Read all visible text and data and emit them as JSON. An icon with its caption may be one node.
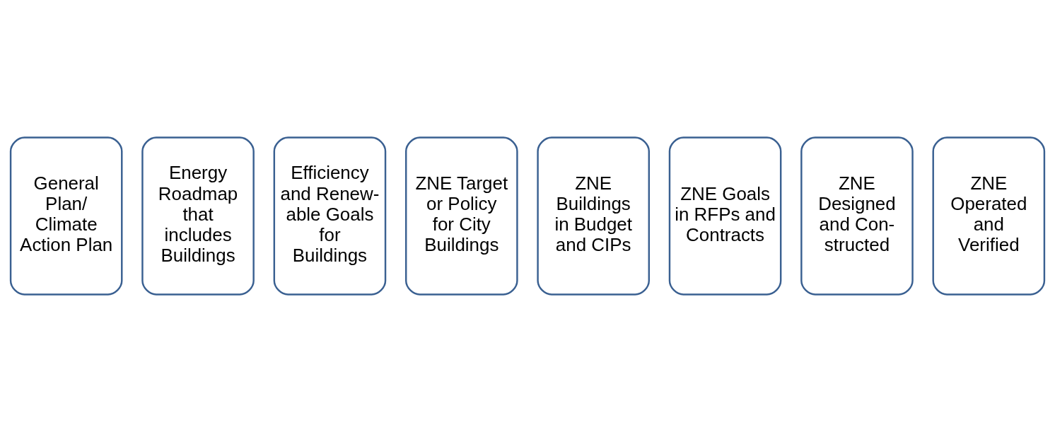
{
  "diagram": {
    "nodes": [
      {
        "text": [
          "General Plan/ Climate Action Plan"
        ]
      },
      {
        "text": [
          "Energy Roadmap that includes Buildings"
        ]
      },
      {
        "text": [
          "Efficiency and Renew- able Goals for Buildings"
        ]
      },
      {
        "text": [
          "ZNE Target or Policy for City Buildings"
        ]
      },
      {
        "text": [
          "ZNE Buildings in Budget and CIPs"
        ]
      },
      {
        "text": [
          "ZNE Goals in RFPs and Contracts"
        ]
      },
      {
        "text": [
          "ZNE Designed and Con- structed"
        ]
      },
      {
        "text": [
          "ZNE Operated and Verified"
        ]
      }
    ],
    "edges": []
  }
}
